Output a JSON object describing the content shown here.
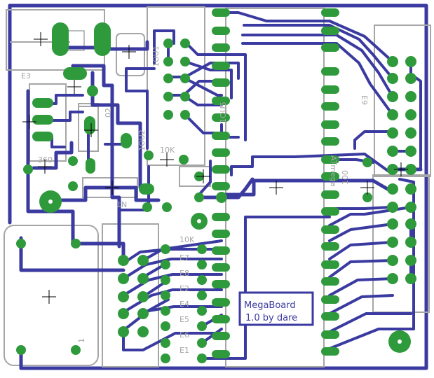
{
  "board": {
    "title_line1": "MegaBoard",
    "title_line2": "1.0 by dare",
    "colors": {
      "trace": "#3a3aa0",
      "pad": "#2f9a3c",
      "silkscreen": "#a6a6a6",
      "background": "#ffffff"
    }
  },
  "silkscreen_labels": {
    "e1": "E1",
    "e2": "E2",
    "e3": "E3",
    "e4": "E4",
    "e5": "E5",
    "e6": "E6",
    "e7": "E7",
    "e8": "E8",
    "e9": "E9",
    "r10k_a": "10K",
    "r10k_b": "10K",
    "r360": "360",
    "ic1": "1OU1",
    "ic2": "1OU2",
    "ic3": "1OU5",
    "q1": "02",
    "d1": "1N",
    "mcu": "ATmega",
    "pin1": "1",
    "c100": "100"
  }
}
